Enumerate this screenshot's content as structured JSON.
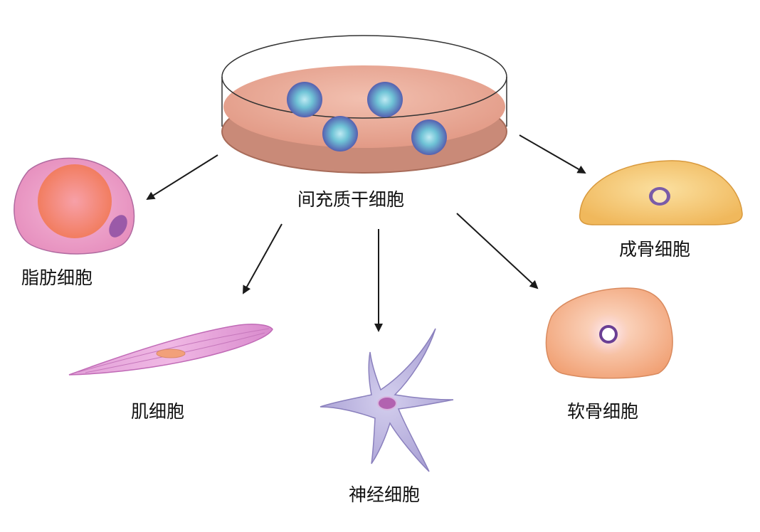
{
  "diagram": {
    "source_label": "间充质干细胞",
    "targets": {
      "adipocyte": "脂肪细胞",
      "osteoblast": "成骨细胞",
      "muscle": "肌细胞",
      "neuron": "神经细胞",
      "chondrocyte": "软骨细胞"
    }
  },
  "colors": {
    "dish_medium": "#e8a08e",
    "dish_rim": "#c98a78",
    "stem_cell_core": "#7fc9da",
    "stem_cell_edge": "#5a66b8",
    "adipocyte_body": "#ef9ec5",
    "adipocyte_fat": "#f2845f",
    "adipocyte_nucleus": "#9a5aa8",
    "osteoblast_body": "#f4c46a",
    "muscle_body": "#df8fd0",
    "muscle_nucleus": "#f2a07a",
    "neuron_body": "#b7b0dd",
    "neuron_nucleus": "#b262b0",
    "chondrocyte_body": "#f4ad82",
    "arrow": "#1a1a1a"
  }
}
